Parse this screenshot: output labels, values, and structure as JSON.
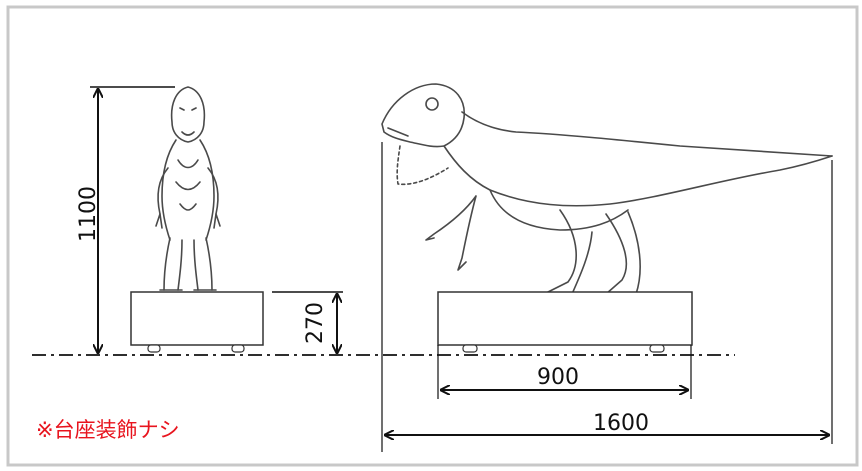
{
  "dimensions": {
    "front_height": "1100",
    "base_height": "270",
    "base_width": "900",
    "total_length": "1600"
  },
  "note": "※台座装飾ナシ",
  "colors": {
    "frame": "#c8c8c8",
    "line": "#111111",
    "note": "#e8141e",
    "sketch": "#4a4a4a"
  }
}
